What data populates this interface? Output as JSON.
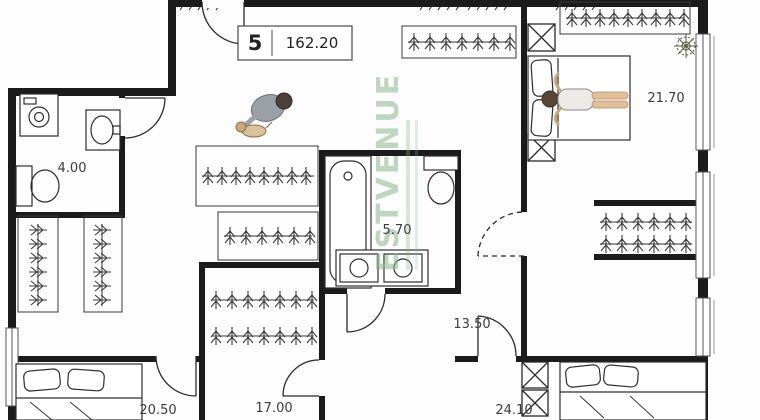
{
  "plan_info": {
    "rooms_count": "5",
    "total_area": "162.20"
  },
  "room_areas": {
    "bathroom_small": "4.00",
    "bedroom_top_right": "21.70",
    "bathroom_main": "5.70",
    "hallway": "13.50",
    "wardrobe_room": "17.00",
    "bedroom_bottom_left": "20.50",
    "bedroom_bottom_right": "24.10"
  },
  "watermark": {
    "text": "ESTVENUE"
  },
  "colors": {
    "wall": "#1b1b1b",
    "watermark_green": "#8cb890",
    "furniture_line": "#2e2e2e"
  }
}
